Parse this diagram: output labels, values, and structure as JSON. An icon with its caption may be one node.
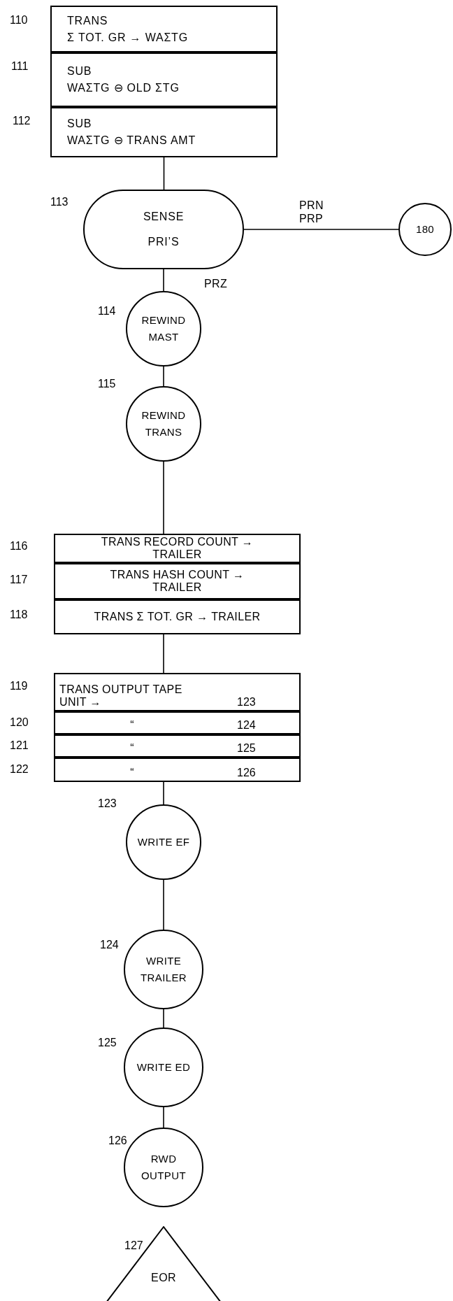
{
  "diagram": {
    "nodes": [
      {
        "text": [
          "TRANS",
          "Σ TOT. GR → WAΣTG"
        ],
        "beside": [
          "110"
        ]
      },
      {
        "text": [
          "SUB",
          "WAΣTG ⊖ OLD ΣTG"
        ],
        "beside": [
          "111"
        ]
      },
      {
        "text": [
          "SUB",
          "WAΣTG ⊖ TRANS AMT"
        ],
        "beside": [
          "112"
        ]
      },
      {
        "text": [
          "SENSE PRI’S"
        ],
        "beside": [
          "113"
        ]
      },
      {
        "text": [
          "180"
        ]
      },
      {
        "text": [
          "REWIND MAST"
        ],
        "beside": [
          "114"
        ]
      },
      {
        "text": [
          "REWIND TRANS"
        ],
        "beside": [
          "115"
        ]
      },
      {
        "text": [
          "TRANS RECORD COUNT → TRAILER"
        ],
        "beside": [
          "116"
        ]
      },
      {
        "text": [
          "TRANS HASH COUNT → TRAILER"
        ],
        "beside": [
          "117"
        ]
      },
      {
        "text": [
          "TRANS Σ TOT. GR → TRAILER"
        ],
        "beside": [
          "118"
        ]
      },
      {
        "text": [
          "TRANS OUTPUT TAPE UNIT →",
          "123"
        ],
        "beside": [
          "119"
        ]
      },
      {
        "text": [
          "“",
          "124"
        ],
        "beside": [
          "120"
        ]
      },
      {
        "text": [
          "“",
          "125"
        ],
        "beside": [
          "121"
        ]
      },
      {
        "text": [
          "“",
          "126"
        ],
        "beside": [
          "122"
        ]
      },
      {
        "text": [
          "WRITE EF"
        ],
        "beside": [
          "123"
        ]
      },
      {
        "text": [
          "WRITE TRAILER"
        ],
        "beside": [
          "124"
        ]
      },
      {
        "text": [
          "WRITE ED"
        ],
        "beside": [
          "125"
        ]
      },
      {
        "text": [
          "RWD OUTPUT"
        ],
        "beside": [
          "126"
        ]
      },
      {
        "text": [
          "EOR"
        ],
        "beside": [
          "127"
        ]
      }
    ],
    "edges": [
      {
        "from": 2,
        "to": 3,
        "arrow": "none"
      },
      {
        "from": 3,
        "to": 4,
        "arrow": "none",
        "label": "PRN PRP"
      },
      {
        "from": 3,
        "to": 5,
        "arrow": "none",
        "label": "PRZ"
      },
      {
        "from": 5,
        "to": 6,
        "arrow": "none"
      },
      {
        "from": 6,
        "to": 7,
        "arrow": "none"
      },
      {
        "from": 9,
        "to": 10,
        "arrow": "none"
      },
      {
        "from": 13,
        "to": 14,
        "arrow": "none"
      },
      {
        "from": 14,
        "to": 15,
        "arrow": "none"
      },
      {
        "from": 15,
        "to": 16,
        "arrow": "none"
      },
      {
        "from": 16,
        "to": 17,
        "arrow": "none"
      }
    ]
  }
}
